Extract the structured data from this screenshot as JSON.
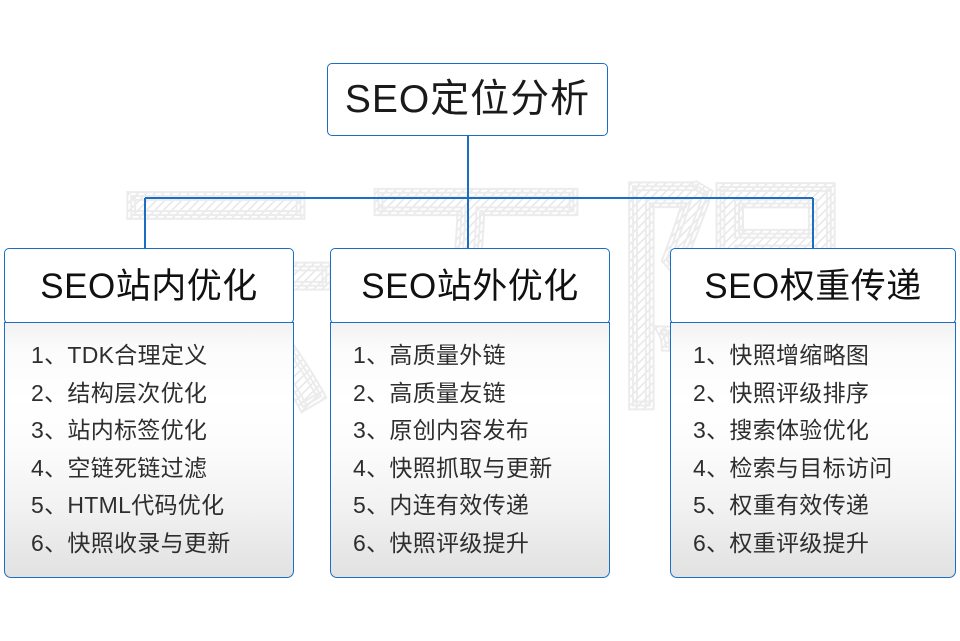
{
  "diagram": {
    "title_root": "SEO定位分析",
    "watermark_text": "云无限",
    "accent_color": "#1a6fc4",
    "background_color": "#ffffff",
    "branches": [
      {
        "heading": "SEO站内优化",
        "items": [
          "1、TDK合理定义",
          "2、结构层次优化",
          "3、站内标签优化",
          "4、空链死链过滤",
          "5、HTML代码优化",
          "6、快照收录与更新"
        ]
      },
      {
        "heading": "SEO站外优化",
        "items": [
          "1、高质量外链",
          "2、高质量友链",
          "3、原创内容发布",
          "4、快照抓取与更新",
          "5、内连有效传递",
          "6、快照评级提升"
        ]
      },
      {
        "heading": "SEO权重传递",
        "items": [
          "1、快照增缩略图",
          "2、快照评级排序",
          "3、搜索体验优化",
          "4、检索与目标访问",
          "5、权重有效传递",
          "6、权重评级提升"
        ]
      }
    ]
  }
}
